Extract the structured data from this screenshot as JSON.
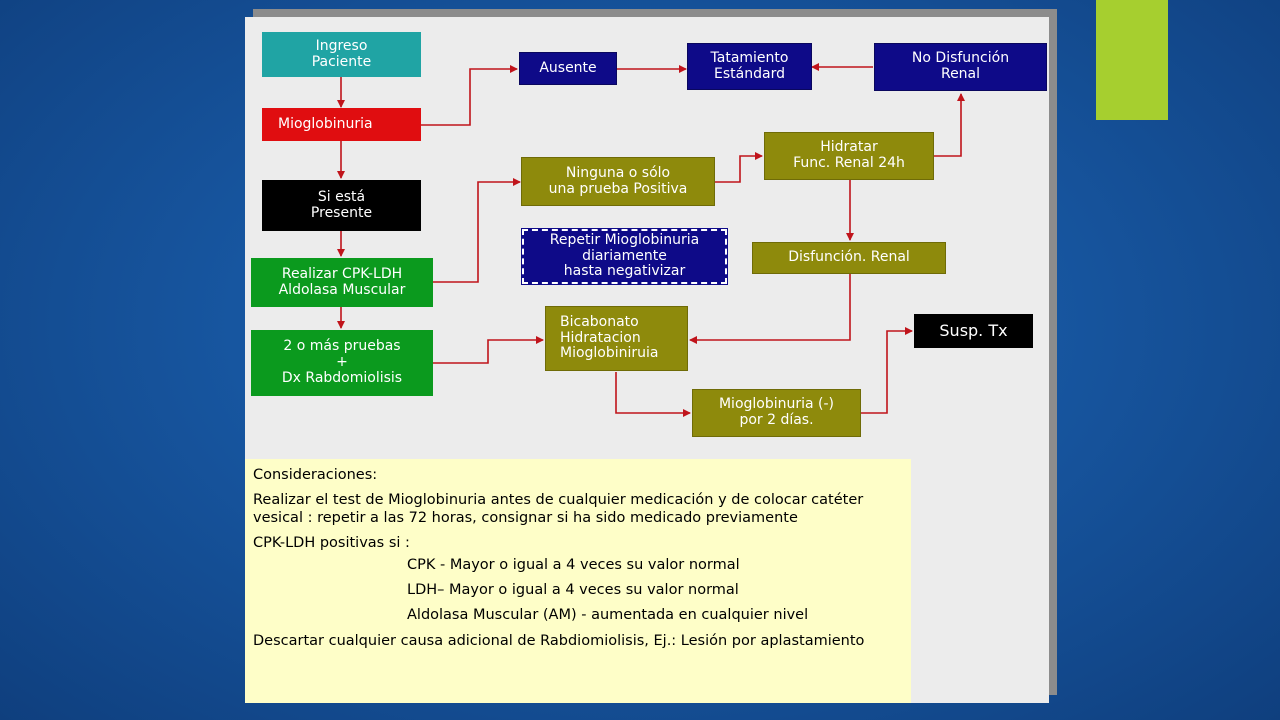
{
  "colors": {
    "accent": "#a6cf2f",
    "teal": "#20a4a4",
    "red": "#e00d10",
    "navy": "#0e0a88",
    "green": "#0b9a1e",
    "olive": "#8e8a0c",
    "arrow": "#c0141b",
    "notes_bg": "#fefec8"
  },
  "flow": {
    "ingreso": "Ingreso\nPaciente",
    "mioglobinuria": "Mioglobinuria",
    "si_esta": "Si está\nPresente",
    "realizar": "Realizar CPK-LDH\nAldolasa Muscular",
    "dos_pruebas": "2 o más pruebas\n+\nDx Rabdomiolisis",
    "ausente": "Ausente",
    "tatamiento": "Tatamiento\nEstándard",
    "no_disfuncion": "No Disfunción\nRenal",
    "ninguna": "Ninguna o sólo\nuna prueba Positiva",
    "hidratar": "Hidratar\nFunc. Renal 24h",
    "repetir": "Repetir Mioglobinuria\ndiariamente\nhasta negativizar",
    "disfuncion": "Disfunción. Renal",
    "bicabonato": "Bicabonato\nHidratacion\nMioglobiniruia",
    "susp": "Susp. Tx",
    "miog_neg": "Mioglobinuria (-)\npor 2 días."
  },
  "notes": {
    "title": "Consideraciones:",
    "p1": "Realizar el test de Mioglobinuria antes de cualquier medicación y de colocar catéter vesical : repetir a las 72 horas, consignar si ha sido medicado previamente",
    "cpk_intro": "CPK-LDH positivas si :",
    "cpk": "CPK - Mayor o igual a 4 veces su valor normal",
    "ldh": "LDH– Mayor o igual a 4 veces su valor normal",
    "am": "Aldolasa Muscular (AM) - aumentada en cualquier nivel",
    "p2": "Descartar cualquier causa adicional de Rabdiomiolisis, Ej.: Lesión por aplastamiento"
  }
}
